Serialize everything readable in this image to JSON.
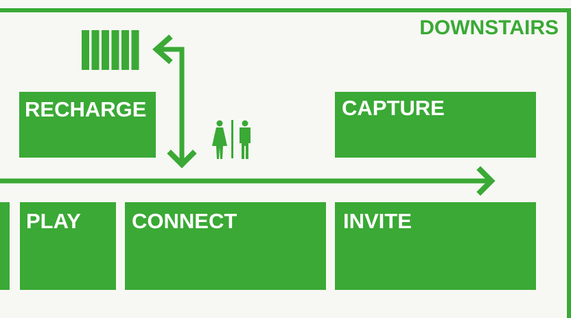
{
  "floor": {
    "label": "DOWNSTAIRS"
  },
  "zones": {
    "recharge": "RECHARGE",
    "capture": "CAPTURE",
    "play": "PLAY",
    "connect": "CONNECT",
    "invite": "INVITE"
  },
  "icons": {
    "stairs": "stairs-icon",
    "restroom": "restroom-icon",
    "arrow_up_left": "elbow-arrow-icon",
    "arrow_down": "down-arrow-icon",
    "arrow_right": "right-arrow-icon"
  },
  "colors": {
    "accent": "#3aa935",
    "background": "#f7f8f4",
    "label_text": "#ffffff"
  }
}
